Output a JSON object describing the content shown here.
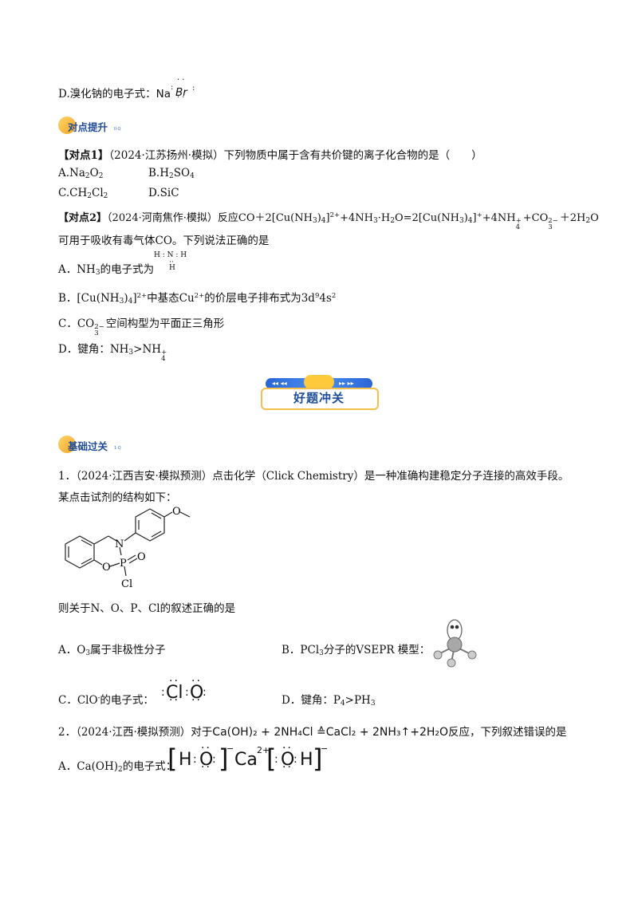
{
  "intro_option_d": {
    "label": "D.溴化钠的电子式：",
    "na": "Na",
    "br": "Br"
  },
  "section1": {
    "tag": "对点提升",
    "mini": "II·Q"
  },
  "q_dui1": {
    "prefix": "【对点1】",
    "source": "（2024·江苏扬州·模拟）",
    "text": "下列物质中属于含有共价键的离子化合物的是（　　）",
    "options": {
      "a": "A.Na",
      "a_sub": "2",
      "a_mid": "O",
      "a_sub2": "2",
      "b": "B.H",
      "b_sub": "2",
      "b_mid": "SO",
      "b_sub2": "4",
      "c": "C.CH",
      "c_sub": "2",
      "c_mid": "Cl",
      "c_sub2": "2",
      "d": "D.SiC"
    }
  },
  "q_dui2": {
    "prefix": "【对点2】",
    "source": "（2024·河南焦作·模拟）",
    "line1_a": "反应CO＋2[Cu(NH",
    "line1_b": ")",
    "line1_c": "]",
    "line1_d": "+4NH",
    "line1_e": "·H",
    "line1_f": "O=2[Cu(NH",
    "line1_g": "+4NH",
    "line1_h": "+CO",
    "line1_i": "＋2H",
    "line1_j": "O",
    "line2": "可用于吸收有毒气体CO。下列说法正确的是",
    "opt_a": "A．NH",
    "opt_a2": "的电子式为",
    "opt_b1": "B．[Cu(NH",
    "opt_b2": "中基态Cu",
    "opt_b3": "的价层电子排布式为3d",
    "opt_b4": "4s",
    "opt_c1": "C．CO",
    "opt_c2": "空间构型为平面正三角形",
    "opt_d1": "D．键角：NH",
    "opt_d2": ">NH"
  },
  "banner": {
    "text": "好题冲关"
  },
  "section2": {
    "tag": "基础过关",
    "mini": "1·Q"
  },
  "q1": {
    "num": "1．",
    "source": "（2024·江西吉安·模拟预测）",
    "text": "点击化学（Click Chemistry）是一种准确构建稳定分子连接的高效手段。",
    "line2": "某点击试剂的结构如下：",
    "stem": "则关于N、O、P、Cl的叙述正确的是",
    "opt_a1": "A．O",
    "opt_a2": "属于非极性分子",
    "opt_b1": "B．PCl",
    "opt_b2": "分子的VSEPR 模型：",
    "opt_c1": "C．ClO",
    "opt_c2": "的电子式：",
    "opt_d1": "D．键角：P",
    "opt_d2": ">PH",
    "mol_labels": {
      "n": "N",
      "o1": "O",
      "o2": "O",
      "p": "P",
      "cl": "Cl",
      "o3": "O"
    }
  },
  "q2": {
    "num": "2．",
    "source": "（2024·江西·模拟预测）",
    "pre": "对于",
    "eq": "Ca(OH)₂ + 2NH₄Cl ≙CaCl₂ + 2NH₃↑+2H₂O",
    "post": "反应，下列叙述错误的是",
    "opt_a1": "A．Ca(OH)",
    "opt_a2": "的电子式："
  }
}
